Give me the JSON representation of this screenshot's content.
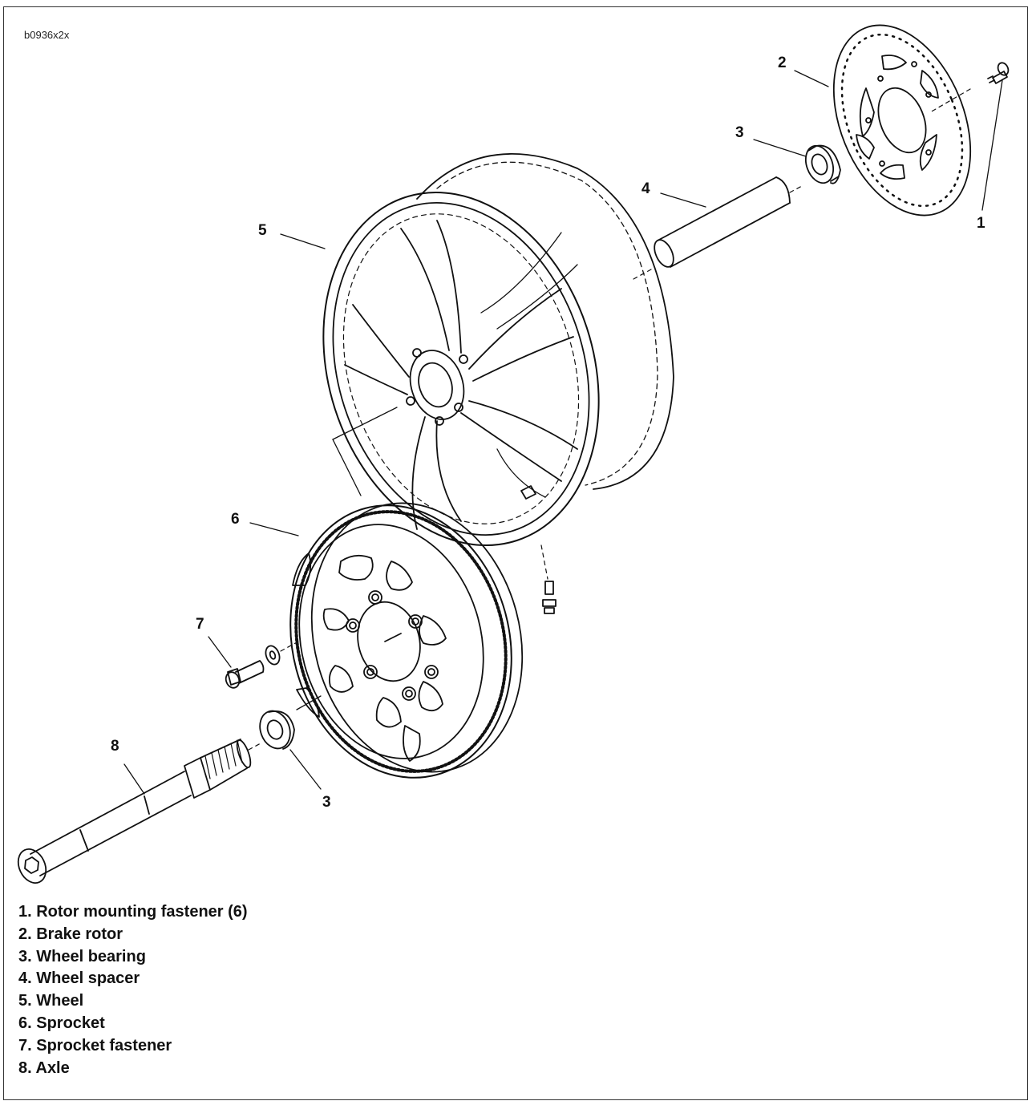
{
  "figure_id": "b0936x2x",
  "callouts": {
    "c1": "1",
    "c2": "2",
    "c3_top": "3",
    "c4": "4",
    "c5": "5",
    "c6": "6",
    "c7": "7",
    "c8": "8",
    "c3_bottom": "3"
  },
  "legend": [
    "1. Rotor mounting fastener (6)",
    "2. Brake rotor",
    "3. Wheel bearing",
    "4. Wheel spacer",
    "5. Wheel",
    "6. Sprocket",
    "7. Sprocket fastener",
    "8. Axle"
  ],
  "colors": {
    "line": "#111111",
    "border": "#333333",
    "background": "#ffffff"
  }
}
